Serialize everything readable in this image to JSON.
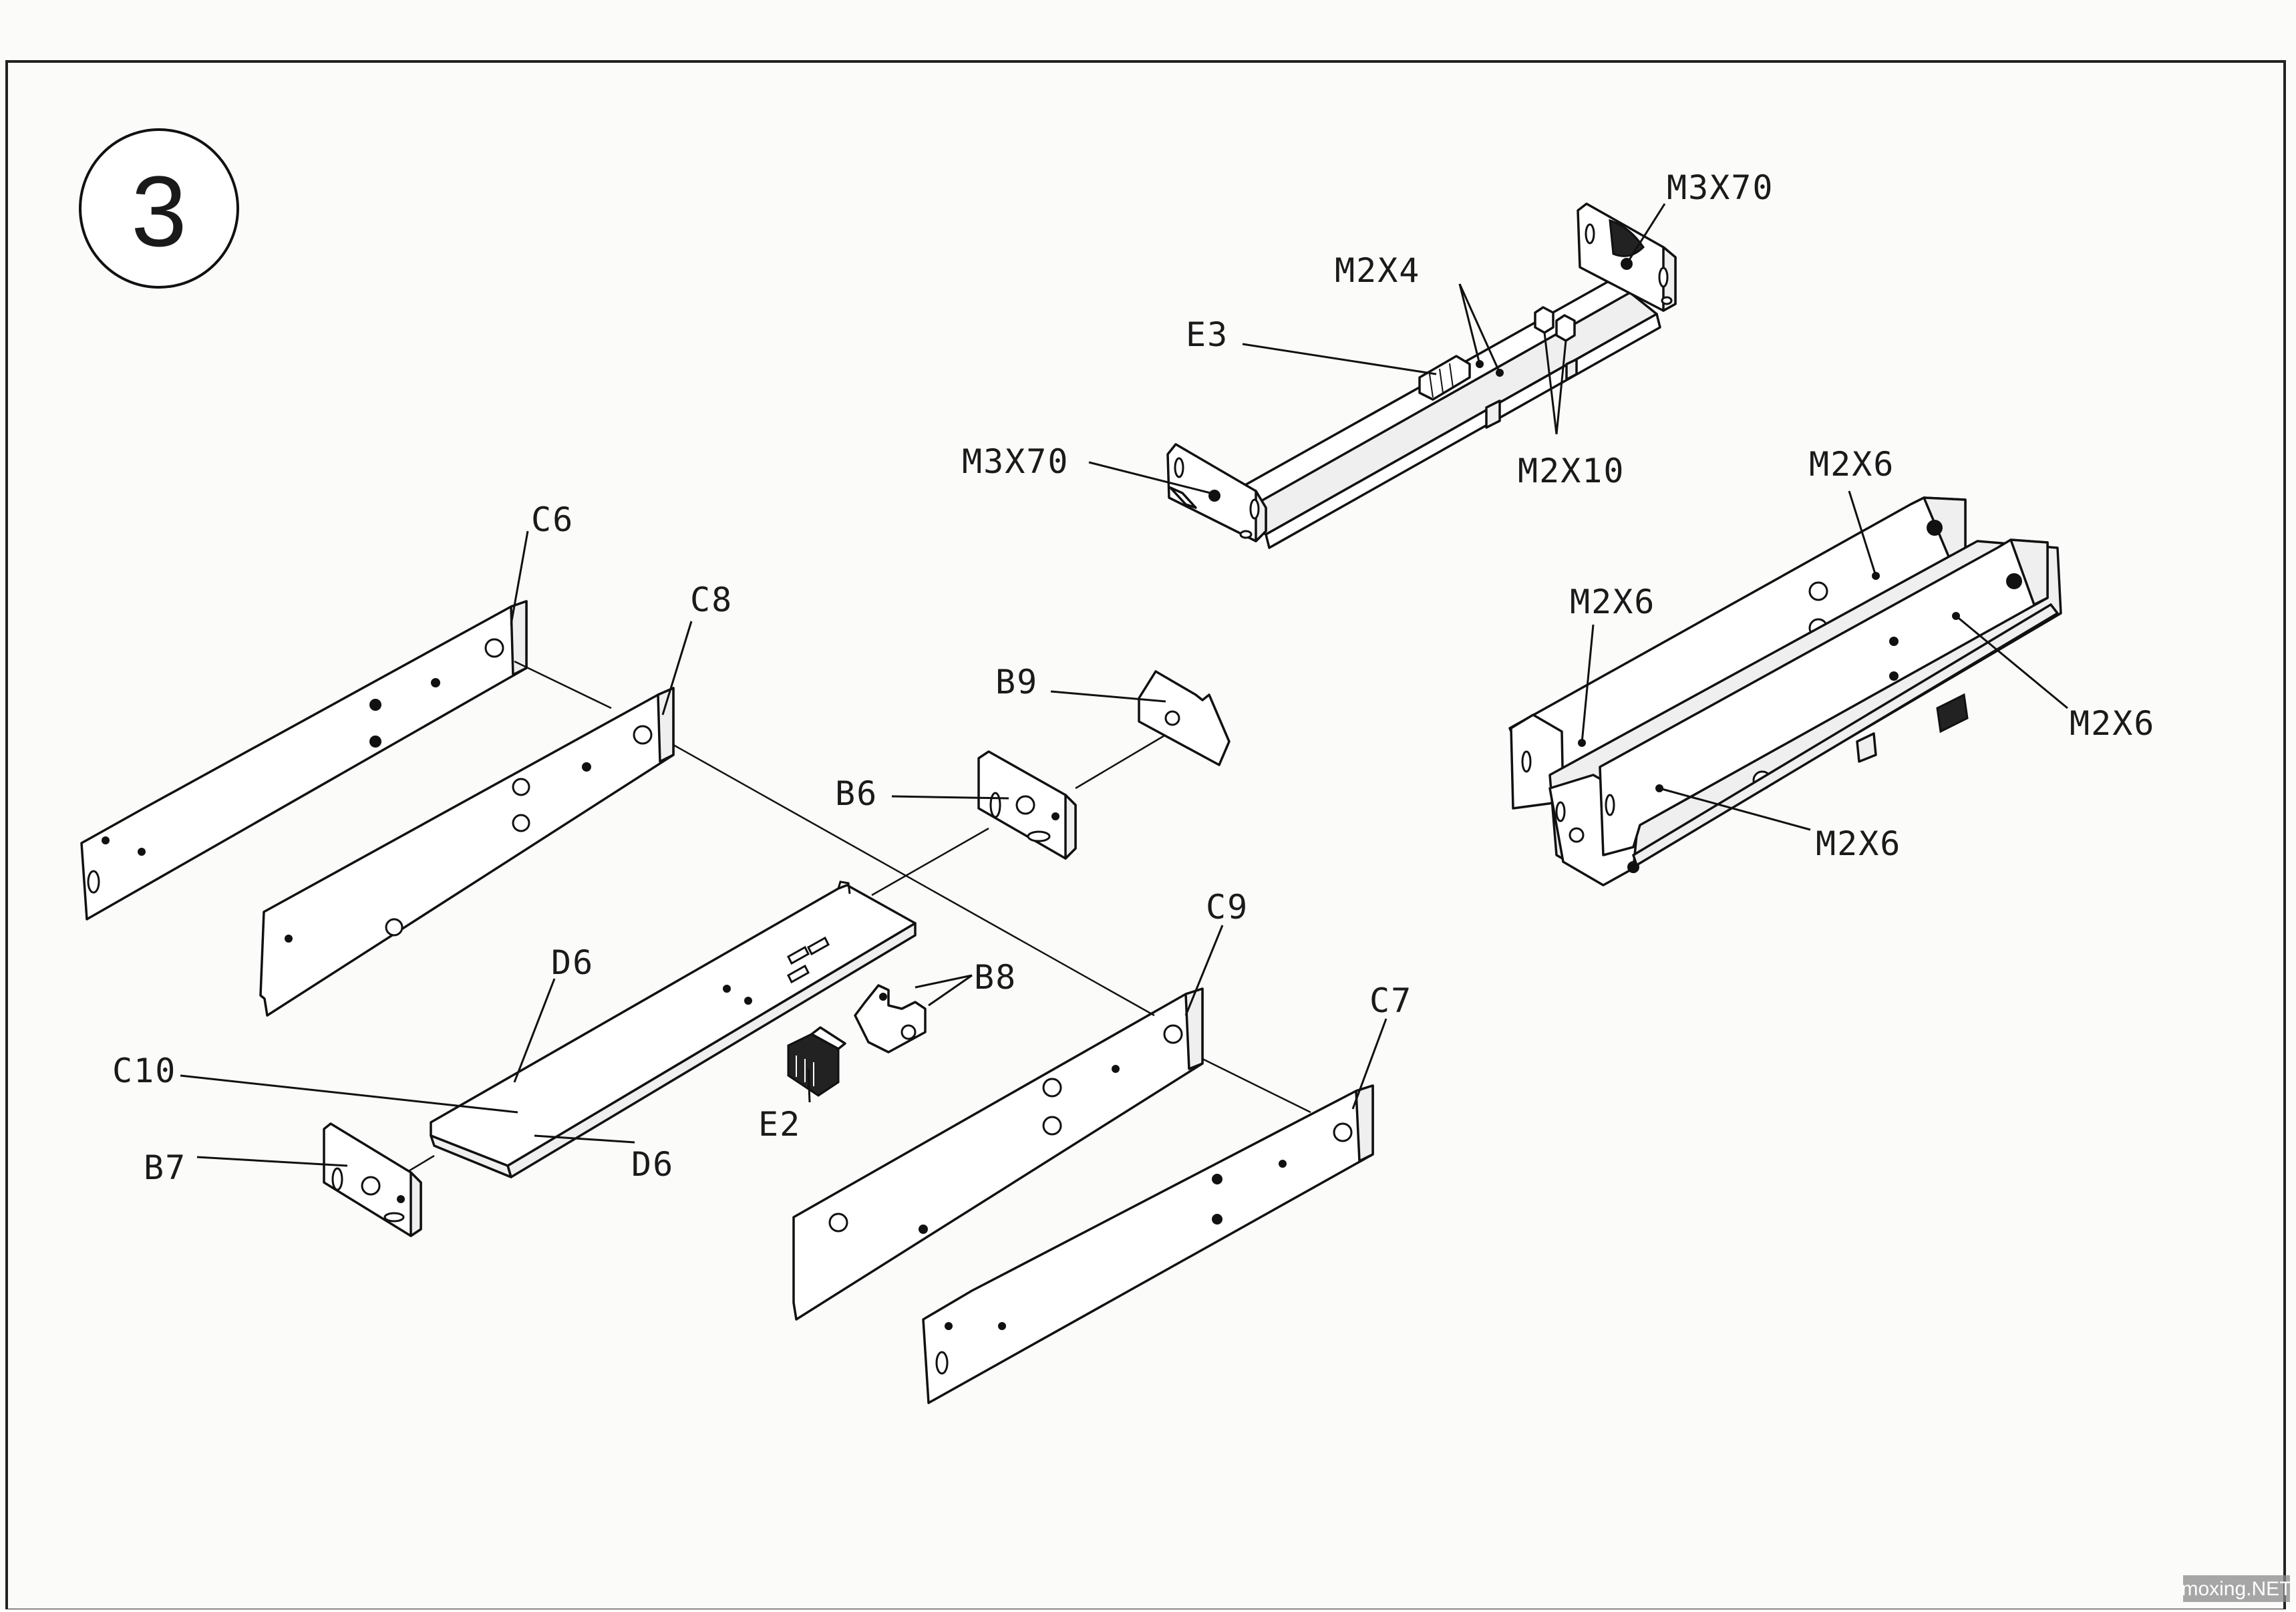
{
  "step_number": "3",
  "watermark": "moxing.NET",
  "labels": {
    "c6": "C6",
    "c8": "C8",
    "c9": "C9",
    "c7": "C7",
    "c10": "C10",
    "d6_upper": "D6",
    "d6_lower": "D6",
    "b6": "B6",
    "b7": "B7",
    "b8": "B8",
    "b9": "B9",
    "e2": "E2",
    "e3": "E3",
    "m3x70_right": "M3X70",
    "m3x70_left": "M3X70",
    "m2x4": "M2X4",
    "m2x10": "M2X10",
    "m2x6_top": "M2X6",
    "m2x6_left": "M2X6",
    "m2x6_right": "M2X6",
    "m2x6_bottom": "M2X6"
  }
}
